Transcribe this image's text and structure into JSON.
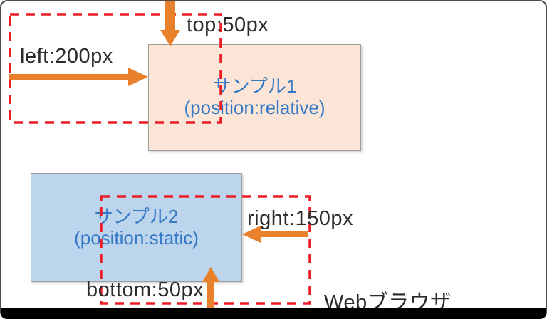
{
  "window": {
    "bottom_right_label": "Webブラウザ"
  },
  "sample1": {
    "title": "サンプル1",
    "subtitle": "(position:relative)",
    "offset_labels": {
      "top": "top:50px",
      "left": "left:200px"
    }
  },
  "sample2": {
    "title": "サンプル2",
    "subtitle": "(position:static)",
    "offset_labels": {
      "right": "right:150px",
      "bottom": "bottom:50px"
    }
  },
  "colors": {
    "arrow_orange": "#E8802C",
    "dashed_red": "#EC1C24",
    "sample1_fill": "#FAE5D6",
    "sample2_fill": "#BCD5EC",
    "sample_text_blue": "#3478C6",
    "label_text": "#2B2B2B",
    "frame_border": "#4D4D4D",
    "frame_bottom_bar": "#000000"
  }
}
